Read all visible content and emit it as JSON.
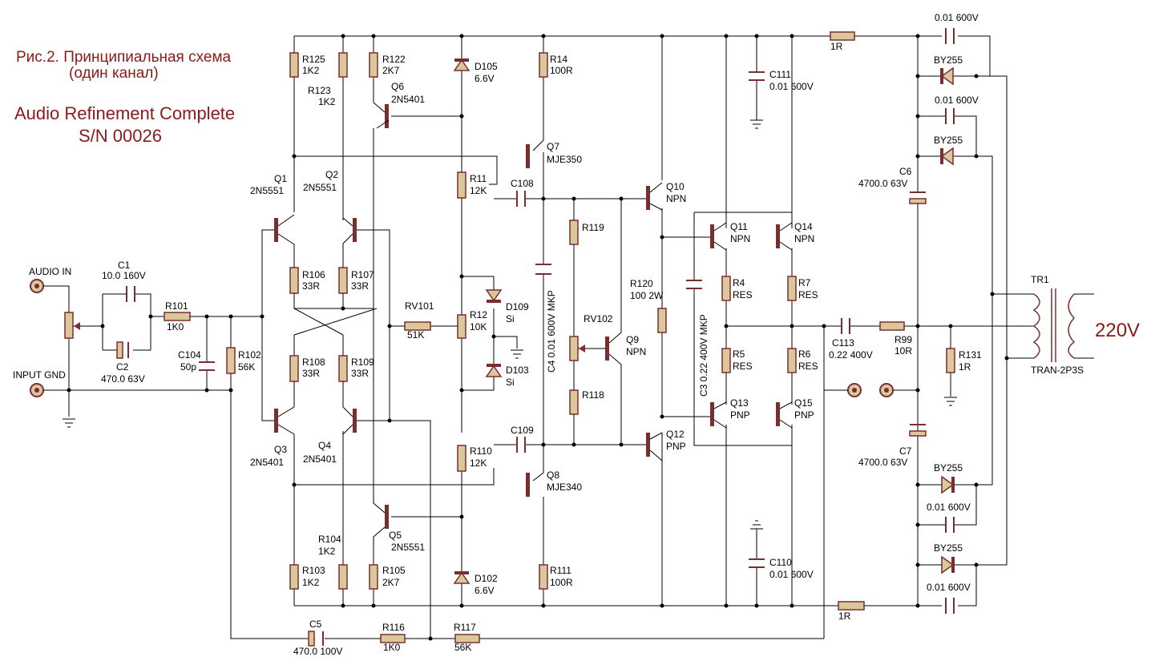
{
  "title": {
    "line1": "Рис.2. Принципиальная схема",
    "line2": "(один канал)",
    "line3": "Audio Refinement Complete",
    "line4": "S/N 00026"
  },
  "ports": {
    "audio_in": "AUDIO IN",
    "input_gnd": "INPUT GND",
    "mains": "220V"
  },
  "labels": {
    "c1_ref": "C1",
    "c1_val": "10.0 160V",
    "c2_ref": "C2",
    "c2_val": "470.0 63V",
    "r101_ref": "R101",
    "r101_val": "1K0",
    "c104_ref": "C104",
    "c104_val": "50p",
    "r102_ref": "R102",
    "r102_val": "56K",
    "r125_ref": "R125",
    "r125_val": "1K2",
    "r123_ref": "R123",
    "r123_val": "1K2",
    "r122_ref": "R122",
    "r122_val": "2K7",
    "q6_ref": "Q6",
    "q6_val": "2N5401",
    "d105_ref": "D105",
    "d105_val": "6.6V",
    "r14_ref": "R14",
    "r14_val": "100R",
    "q7_ref": "Q7",
    "q7_val": "MJE350",
    "q1_ref": "Q1",
    "q1_val": "2N5551",
    "q2_ref": "Q2",
    "q2_val": "2N5551",
    "r11_ref": "R11",
    "r11_val": "12K",
    "c108_ref": "C108",
    "q10_ref": "Q10",
    "q10_val": "NPN",
    "c111_ref": "C111",
    "c111_val": "0.01 600V",
    "r1top_val": "1R",
    "c_top1_val": "0.01 600V",
    "by255_1": "BY255",
    "c_top2_val": "0.01 600V",
    "by255_2": "BY255",
    "c6_ref": "C6",
    "c6_val": "4700.0 63V",
    "r119_ref": "R119",
    "q11_ref": "Q11",
    "q11_val": "NPN",
    "q14_ref": "Q14",
    "q14_val": "NPN",
    "r106_ref": "R106",
    "r106_val": "33R",
    "r107_ref": "R107",
    "r107_val": "33R",
    "rv101_ref": "RV101",
    "rv101_val": "51K",
    "r12_ref": "R12",
    "r12_val": "10K",
    "d109_ref": "D109",
    "d109_val": "Si",
    "c4_label": "C4  0.01 600V MKP",
    "r120_ref": "R120",
    "r120_val": "100 2W",
    "c3_label": "C3  0.22 400V MKP",
    "r4_ref": "R4",
    "r4_val": "RES",
    "r7_ref": "R7",
    "r7_val": "RES",
    "tr1_ref": "TR1",
    "tr1_val": "TRAN-2P3S",
    "rv102_ref": "RV102",
    "q9_ref": "Q9",
    "q9_val": "NPN",
    "c113_ref": "C113",
    "c113_val": "0.22 400V",
    "r99_ref": "R99",
    "r99_val": "10R",
    "r131_ref": "R131",
    "r131_val": "1R",
    "r108_ref": "R108",
    "r108_val": "33R",
    "r109_ref": "R109",
    "r109_val": "33R",
    "d103_ref": "D103",
    "d103_val": "Si",
    "r5_ref": "R5",
    "r5_val": "RES",
    "r6_ref": "R6",
    "r6_val": "RES",
    "r118_ref": "R118",
    "q13_ref": "Q13",
    "q13_val": "PNP",
    "q15_ref": "Q15",
    "q15_val": "PNP",
    "q3_ref": "Q3",
    "q3_val": "2N5401",
    "q4_ref": "Q4",
    "q4_val": "2N5401",
    "c109_ref": "C109",
    "r110_ref": "R110",
    "r110_val": "12K",
    "q12_ref": "Q12",
    "q12_val": "PNP",
    "c7_ref": "C7",
    "c7_val": "4700.0 63V",
    "q8_ref": "Q8",
    "q8_val": "MJE340",
    "by255_3": "BY255",
    "c_bot1_val": "0.01 600V",
    "r104_ref": "R104",
    "r104_val": "1K2",
    "q5_ref": "Q5",
    "q5_val": "2N5551",
    "by255_4": "BY255",
    "r103_ref": "R103",
    "r103_val": "1K2",
    "r105_ref": "R105",
    "r105_val": "2K7",
    "d102_ref": "D102",
    "d102_val": "6.6V",
    "r111_ref": "R111",
    "r111_val": "100R",
    "c110_ref": "C110",
    "c110_val": "0.01 600V",
    "r1bot_val": "1R",
    "c_bot2_val": "0.01 600V",
    "c5_ref": "C5",
    "c5_val": "470.0 100V",
    "r116_ref": "R116",
    "r116_val": "1K0",
    "r117_ref": "R117",
    "r117_val": "56K"
  }
}
